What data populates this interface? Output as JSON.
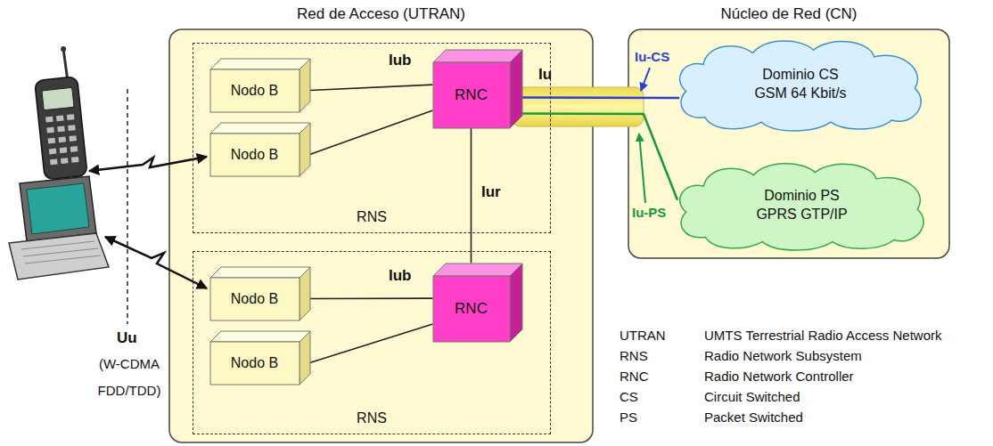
{
  "diagram": {
    "nodes": [
      {
        "text": [
          "Red de Acceso (UTRAN)"
        ]
      },
      {
        "text": [
          "RNS"
        ],
        "in": 0
      },
      {
        "text": [
          "Nodo B"
        ],
        "in": 1
      },
      {
        "text": [
          "Nodo B"
        ],
        "in": 1
      },
      {
        "text": [
          "RNC"
        ],
        "in": 1
      },
      {
        "text": [
          "RNS"
        ],
        "in": 0
      },
      {
        "text": [
          "Nodo B"
        ],
        "in": 5
      },
      {
        "text": [
          "Nodo B"
        ],
        "in": 5
      },
      {
        "text": [
          "RNC"
        ],
        "in": 5
      },
      {
        "text": [
          "Núcleo de Red (CN)"
        ]
      },
      {
        "text": [
          "Dominio CS GSM 64 Kbit/s"
        ],
        "in": 9
      },
      {
        "text": [
          "Dominio PS GPRS GTP/IP"
        ],
        "in": 9
      }
    ],
    "edges": [
      {
        "from": 2,
        "to": 4,
        "arrow": "none",
        "label": "Iub"
      },
      {
        "from": 3,
        "to": 4,
        "arrow": "none"
      },
      {
        "from": 6,
        "to": 8,
        "arrow": "none",
        "label": "Iub"
      },
      {
        "from": 7,
        "to": 8,
        "arrow": "none"
      },
      {
        "from": 4,
        "to": 8,
        "arrow": "none",
        "label": "Iur"
      },
      {
        "from": 4,
        "to": 10,
        "arrow": "none"
      },
      {
        "from": 4,
        "to": 11,
        "arrow": "none"
      }
    ],
    "labels": [
      "Iu",
      "Iu-CS",
      "Iu-PS",
      "Uu",
      "(W-CDMA FDD/TDD)",
      "UTRAN",
      "UMTS Terrestrial Radio Access Network",
      "RNS",
      "Radio Network Subsystem",
      "RNC",
      "Radio Network Controller",
      "CS",
      "Circuit Switched",
      "PS",
      "Packet Switched"
    ]
  }
}
